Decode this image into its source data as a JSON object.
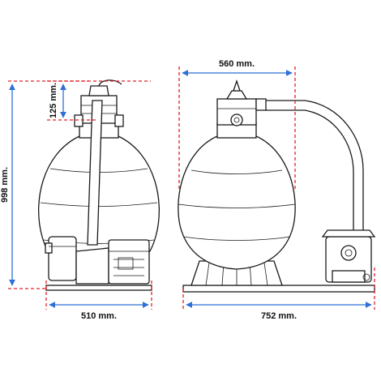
{
  "dimensions": {
    "height_total": "998 mm.",
    "valve_height": "125 mm.",
    "front_width": "510 mm.",
    "top_width": "560 mm.",
    "total_length": "752 mm."
  },
  "colors": {
    "dimension_red": "#e0202a",
    "dimension_blue": "#2f6fd6",
    "line": "#1a1a1a"
  }
}
